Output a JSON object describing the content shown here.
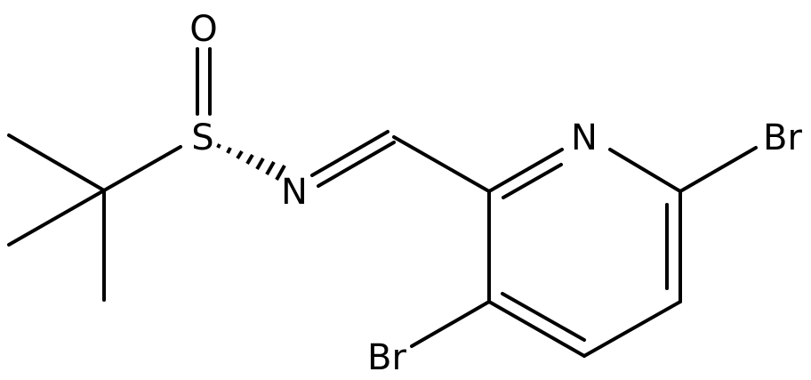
{
  "atoms": {
    "oxygen": "O",
    "sulfur": "S",
    "imine_nitrogen": "N",
    "pyridine_nitrogen": "N",
    "bromine_6": "Br",
    "bromine_3": "Br"
  }
}
